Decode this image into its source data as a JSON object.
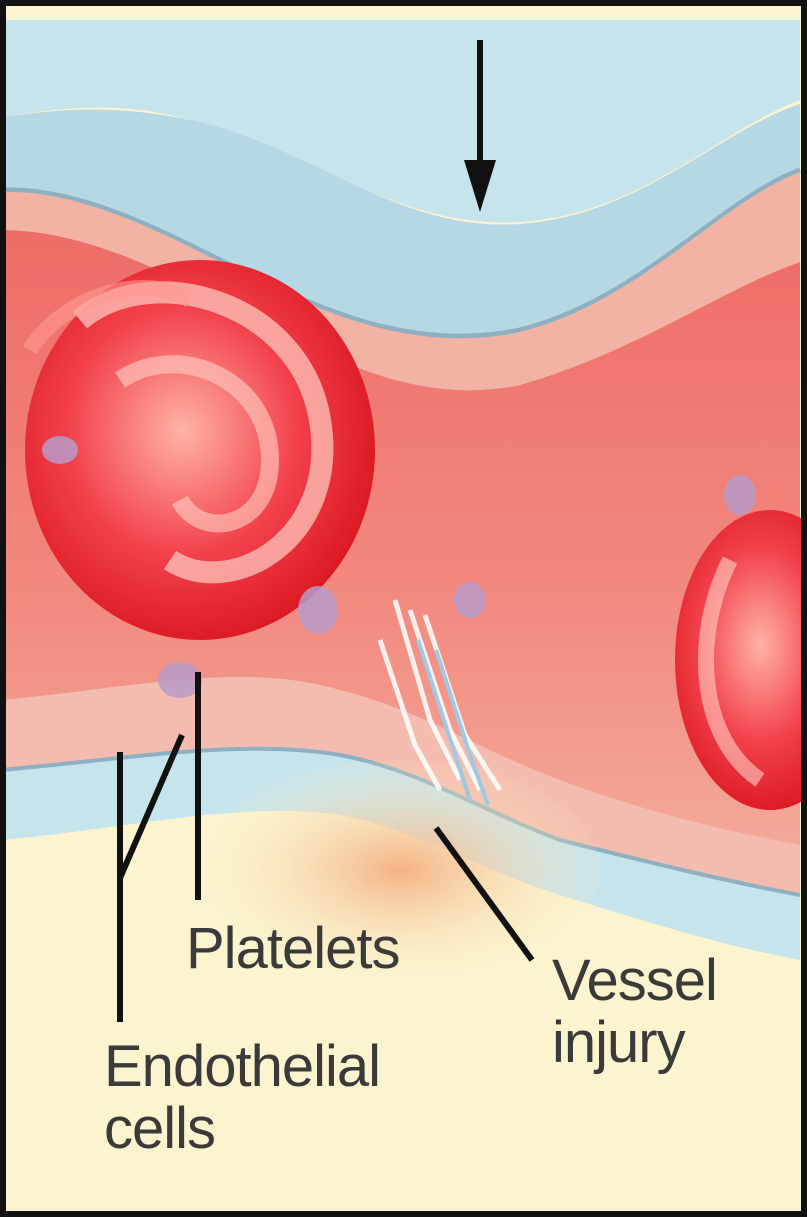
{
  "labels": {
    "platelets": "Platelets",
    "vessel_injury": [
      "Vessel",
      "injury"
    ],
    "endothelial_cells": [
      "Endothelial",
      "cells"
    ]
  },
  "colors": {
    "background": "#fbf4cf",
    "vessel_wall": "#bfe0ea",
    "wall_line": "#8fb0c0",
    "endothelium": "#f2b3a4",
    "lumen": "#ee7f74",
    "blood_cell": "#e8242c",
    "injury": "#f2c49a",
    "platelet": "#b89ac8",
    "leader": "#111111",
    "border": "#111111"
  }
}
